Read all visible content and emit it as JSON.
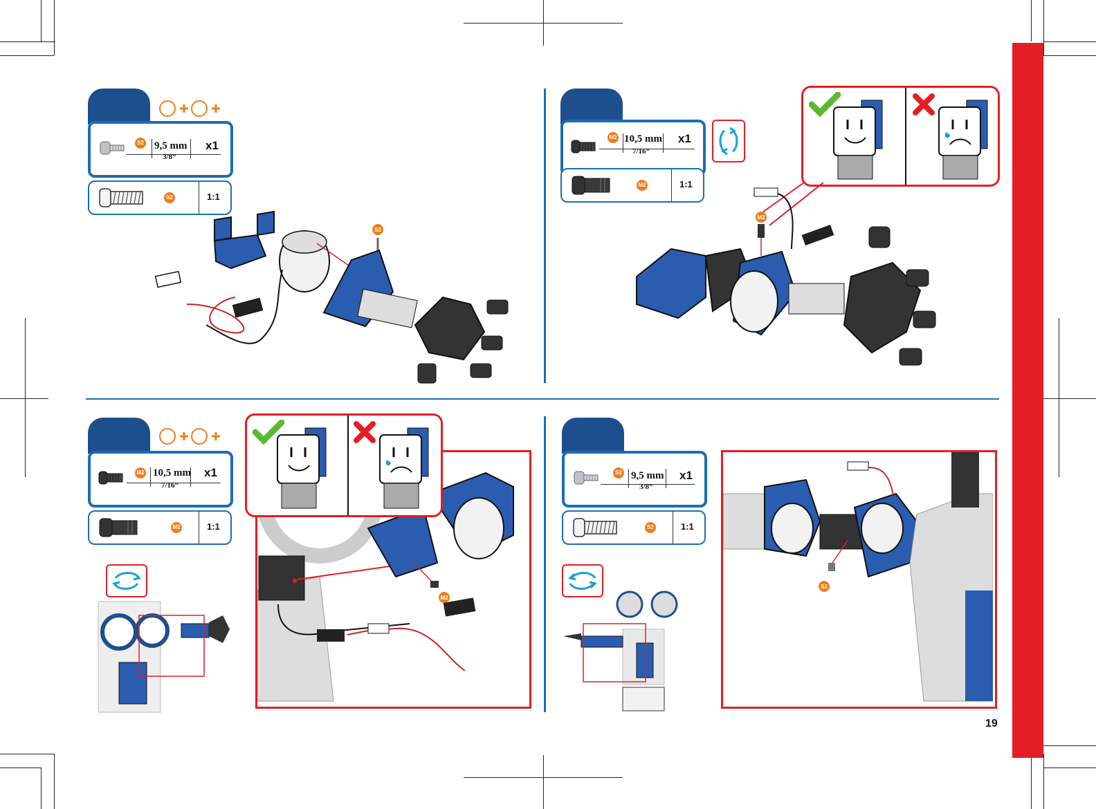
{
  "page": {
    "number": "19",
    "accent_color": "#e31e24",
    "blue_color": "#1d4f8f",
    "orange_color": "#f07d1a"
  },
  "step1": {
    "screw_code": "S2",
    "length_mm": "9,5 mm",
    "length_in": "3/8”",
    "quantity": "x1",
    "scale": "1:1",
    "callout": "S2"
  },
  "step2": {
    "screw_code": "M2",
    "length_mm": "10,5 mm",
    "length_in": "7/16”",
    "quantity": "x1",
    "scale": "1:1",
    "callout": "M2"
  },
  "step3": {
    "screw_code": "M2",
    "length_mm": "10,5 mm",
    "length_in": "7/16”",
    "quantity": "x1",
    "scale": "1:1",
    "callout": "M2"
  },
  "step4": {
    "screw_code": "S2",
    "length_mm": "9,5 mm",
    "length_in": "3/8”",
    "quantity": "x1",
    "scale": "1:1",
    "callout": "S2"
  },
  "icons": {
    "correct": "check-icon",
    "incorrect": "cross-icon",
    "rotate": "rotate-icon"
  }
}
